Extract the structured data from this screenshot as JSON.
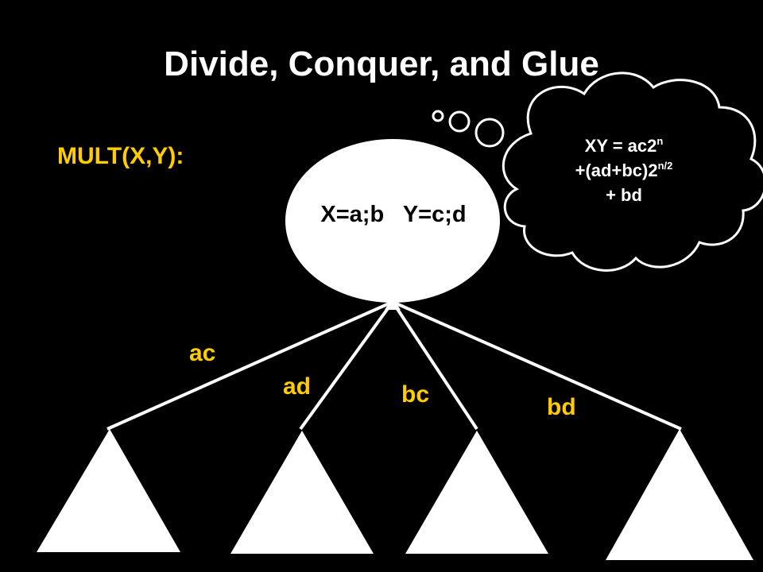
{
  "slide": {
    "title": "Divide, Conquer, and Glue",
    "function_label": "MULT(X,Y):",
    "node_label": "X=a;b   Y=c;d",
    "thought": {
      "line1_prefix": "XY = ac2",
      "line1_sup": "n",
      "line2_prefix": "+(ad+bc)2",
      "line2_sup": "n/2",
      "line3": "+ bd"
    },
    "edges": [
      "ac",
      "ad",
      "bc",
      "bd"
    ]
  },
  "colors": {
    "background": "#000000",
    "title": "#ffffff",
    "accent": "#ffcc00",
    "node_fill": "#ffffff",
    "node_text": "#000000"
  },
  "icons": [
    "thought-bubble-icon",
    "subproblem-triangle-icon"
  ]
}
